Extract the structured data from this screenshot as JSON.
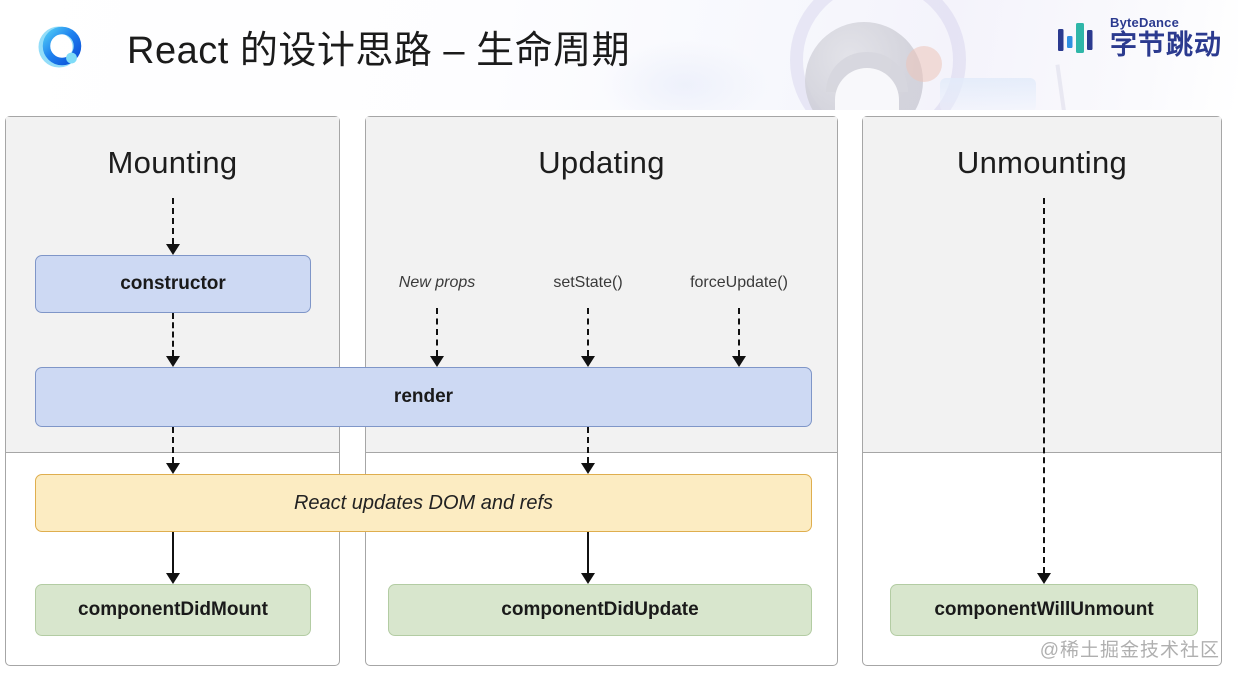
{
  "header": {
    "title": "React 的设计思路 – 生命周期",
    "logo_icon": "qq-browser-ring-icon",
    "brand": {
      "en": "ByteDance",
      "cn": "字节跳动",
      "mark_icon": "bytedance-bars-icon"
    }
  },
  "diagram": {
    "type": "flowchart",
    "panels": [
      {
        "id": "mounting",
        "title": "Mounting"
      },
      {
        "id": "updating",
        "title": "Updating"
      },
      {
        "id": "unmounting",
        "title": "Unmounting"
      }
    ],
    "triggers": [
      {
        "label": "New props",
        "italic": true
      },
      {
        "label": "setState()",
        "italic": false
      },
      {
        "label": "forceUpdate()",
        "italic": false
      }
    ],
    "nodes": [
      {
        "id": "constructor",
        "label": "constructor",
        "phase": "mounting",
        "color": "blue"
      },
      {
        "id": "render",
        "label": "render",
        "phase": "shared",
        "color": "blue"
      },
      {
        "id": "react-updates-dom",
        "label": "React updates DOM and refs",
        "phase": "shared",
        "color": "orange"
      },
      {
        "id": "component-did-mount",
        "label": "componentDidMount",
        "phase": "mounting",
        "color": "green"
      },
      {
        "id": "component-did-update",
        "label": "componentDidUpdate",
        "phase": "updating",
        "color": "green"
      },
      {
        "id": "component-will-unmount",
        "label": "componentWillUnmount",
        "phase": "unmounting",
        "color": "green"
      }
    ]
  },
  "colors": {
    "node_blue_fill": "#cdd9f3",
    "node_blue_border": "#7f96c8",
    "node_green_fill": "#d8e6cd",
    "node_green_border": "#b3cca3",
    "node_orange_fill": "#fcecc2",
    "node_orange_border": "#dfae4e",
    "panel_top_fill": "#f2f2f2",
    "panel_border": "#a6a6a6",
    "brand_blue": "#2b3a8f",
    "logo_blue": "#1160e0"
  },
  "watermark": {
    "text": "@稀土掘金技术社区"
  }
}
